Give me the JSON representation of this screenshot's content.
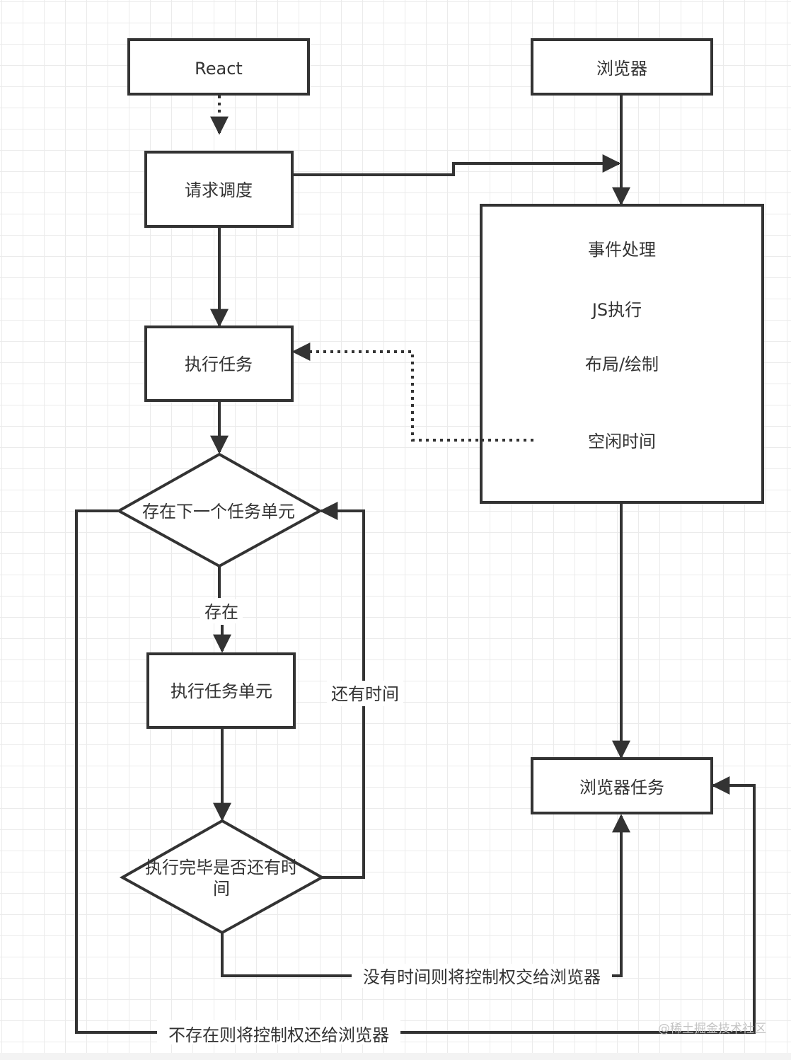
{
  "diagram": {
    "title": "React scheduling vs browser frame flowchart",
    "colors": {
      "stroke": "#333333",
      "text": "#333333",
      "grid": "#ebebeb",
      "background": "#ffffff",
      "watermark": "#c4c4c4"
    },
    "nodes": {
      "react": {
        "label": "React",
        "shape": "rectangle"
      },
      "browser": {
        "label": "浏览器",
        "shape": "rectangle"
      },
      "request_schedule": {
        "label": "请求调度",
        "shape": "rectangle"
      },
      "browser_frame": {
        "shape": "rectangle",
        "items": [
          "事件处理",
          "JS执行",
          "布局/绘制",
          "空闲时间"
        ]
      },
      "execute_task": {
        "label": "执行任务",
        "shape": "rectangle"
      },
      "has_next_unit": {
        "label": "存在下一个任务单元",
        "shape": "diamond"
      },
      "execute_task_unit": {
        "label": "执行任务单元",
        "shape": "rectangle"
      },
      "finished_has_time": {
        "label_line1": "执行完毕是否还有时",
        "label_line2": "间",
        "shape": "diamond"
      },
      "browser_task": {
        "label": "浏览器任务",
        "shape": "rectangle"
      }
    },
    "edges": {
      "react_to_request": {
        "from": "React",
        "to": "请求调度",
        "style": "dotted"
      },
      "request_to_browser": {
        "from": "请求调度",
        "to": "浏览器",
        "style": "solid"
      },
      "browser_to_frame": {
        "from": "浏览器",
        "to": "frame",
        "style": "solid"
      },
      "idle_to_execute": {
        "from": "空闲时间",
        "to": "执行任务",
        "style": "dotted"
      },
      "request_to_execute": {
        "from": "请求调度",
        "to": "执行任务",
        "style": "solid"
      },
      "execute_to_decision": {
        "from": "执行任务",
        "to": "存在下一个任务单元",
        "style": "solid"
      },
      "exists": {
        "label": "存在",
        "style": "solid"
      },
      "unit_to_check": {
        "from": "执行任务单元",
        "to": "执行完毕是否还有时间",
        "style": "solid"
      },
      "has_time": {
        "label": "还有时间",
        "style": "solid"
      },
      "no_time": {
        "label": "没有时间则将控制权交给浏览器",
        "style": "solid"
      },
      "not_exists": {
        "label": "不存在则将控制权还给浏览器",
        "style": "solid"
      },
      "frame_to_browser_task": {
        "from": "frame",
        "to": "浏览器任务",
        "style": "solid"
      }
    },
    "watermark": "@稀土掘金技术社区"
  }
}
